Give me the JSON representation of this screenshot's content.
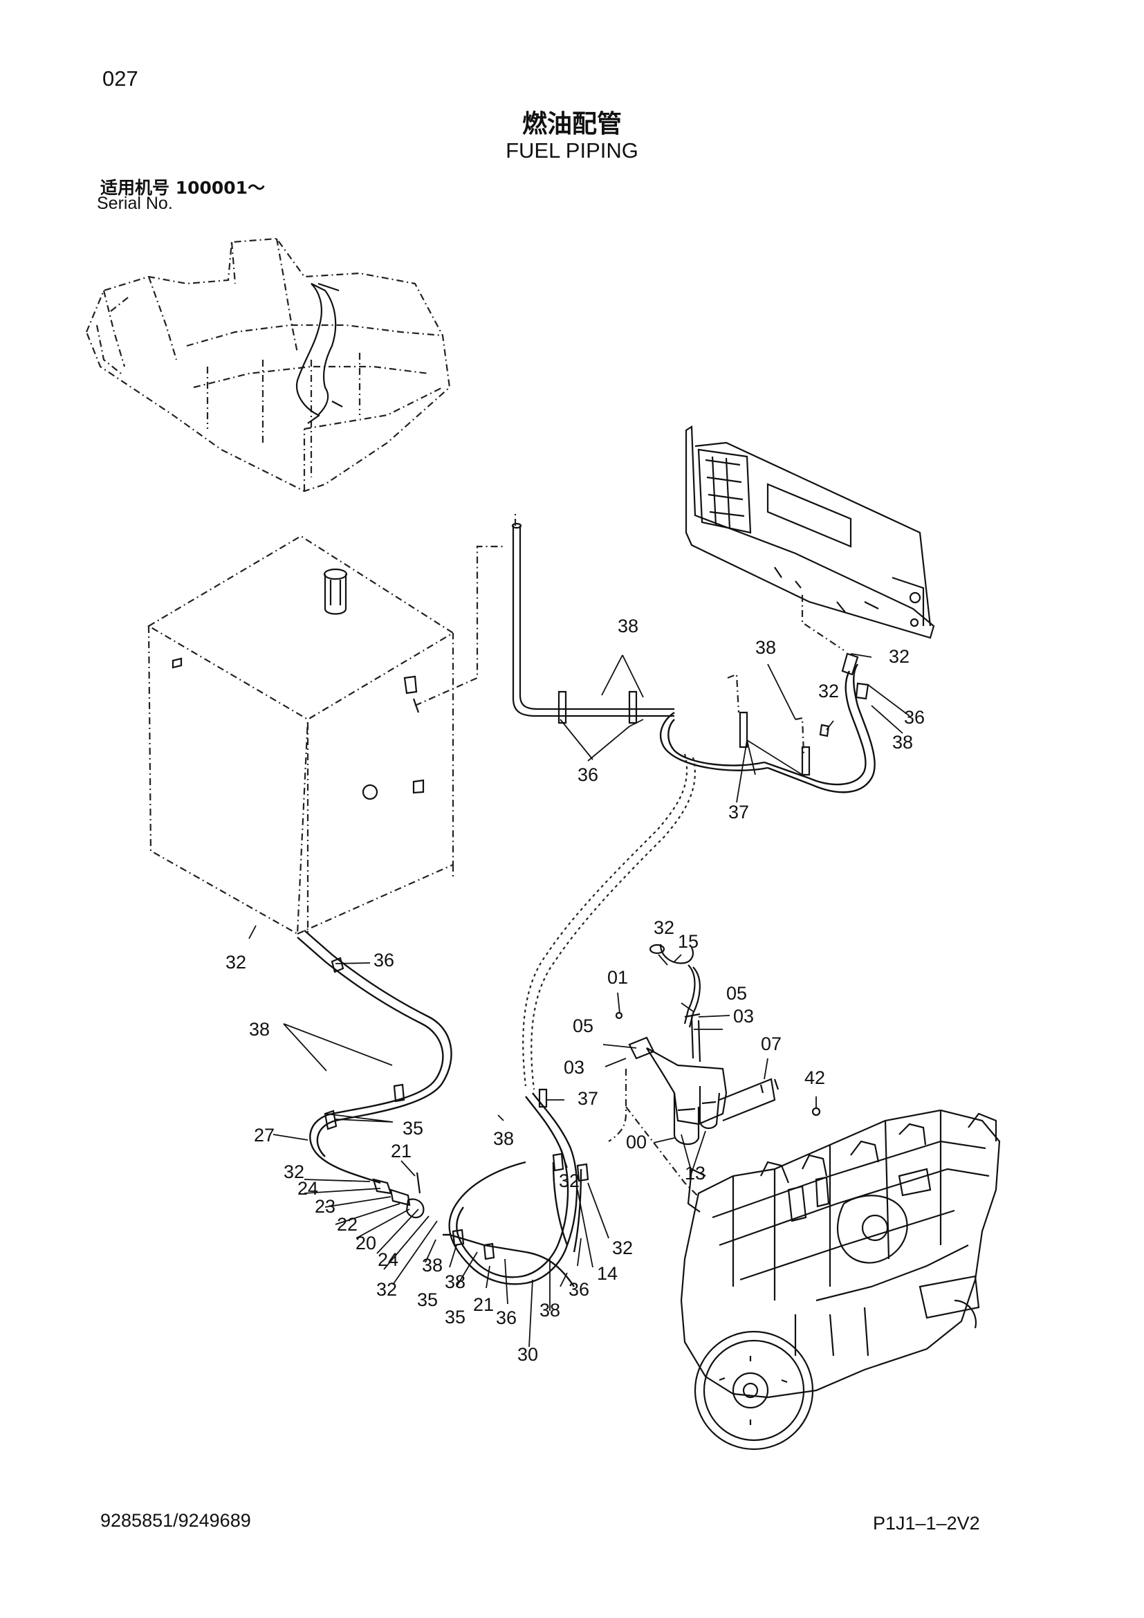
{
  "page": {
    "page_number": "027",
    "title_cn": "燃油配管",
    "title_en": "FUEL PIPING",
    "serial_cn": "适用机号  100001～",
    "serial_en": "Serial No.",
    "doc_code": "9285851/9249689",
    "page_code": "P1J1–1–2V2"
  },
  "callouts": [
    {
      "id": "c-32a",
      "label": "32"
    },
    {
      "id": "c-36a",
      "label": "36"
    },
    {
      "id": "c-38a",
      "label": "38"
    },
    {
      "id": "c-35a",
      "label": "35"
    },
    {
      "id": "c-27",
      "label": "27"
    },
    {
      "id": "c-32b",
      "label": "32"
    },
    {
      "id": "c-24a",
      "label": "24"
    },
    {
      "id": "c-23",
      "label": "23"
    },
    {
      "id": "c-22",
      "label": "22"
    },
    {
      "id": "c-20",
      "label": "20"
    },
    {
      "id": "c-24b",
      "label": "24"
    },
    {
      "id": "c-32c",
      "label": "32"
    },
    {
      "id": "c-21a",
      "label": "21"
    },
    {
      "id": "c-38b",
      "label": "38"
    },
    {
      "id": "c-35b",
      "label": "35"
    },
    {
      "id": "c-38c",
      "label": "38"
    },
    {
      "id": "c-35c",
      "label": "35"
    },
    {
      "id": "c-21b",
      "label": "21"
    },
    {
      "id": "c-36b",
      "label": "36"
    },
    {
      "id": "c-38d",
      "label": "38"
    },
    {
      "id": "c-30",
      "label": "30"
    },
    {
      "id": "c-38e",
      "label": "38"
    },
    {
      "id": "c-37a",
      "label": "37"
    },
    {
      "id": "c-32d",
      "label": "32"
    },
    {
      "id": "c-32e",
      "label": "32"
    },
    {
      "id": "c-14",
      "label": "14"
    },
    {
      "id": "c-36c",
      "label": "36"
    },
    {
      "id": "c-38f",
      "label": "38"
    },
    {
      "id": "c-36d",
      "label": "36"
    },
    {
      "id": "c-38g",
      "label": "38"
    },
    {
      "id": "c-37b",
      "label": "37"
    },
    {
      "id": "c-32f",
      "label": "32"
    },
    {
      "id": "c-32g",
      "label": "32"
    },
    {
      "id": "c-36e",
      "label": "36"
    },
    {
      "id": "c-38h",
      "label": "38"
    },
    {
      "id": "c-32h",
      "label": "32"
    },
    {
      "id": "c-15",
      "label": "15"
    },
    {
      "id": "c-01",
      "label": "01"
    },
    {
      "id": "c-05a",
      "label": "05"
    },
    {
      "id": "c-03a",
      "label": "03"
    },
    {
      "id": "c-05b",
      "label": "05"
    },
    {
      "id": "c-03b",
      "label": "03"
    },
    {
      "id": "c-07",
      "label": "07"
    },
    {
      "id": "c-42",
      "label": "42"
    },
    {
      "id": "c-00",
      "label": "00"
    },
    {
      "id": "c-13",
      "label": "13"
    }
  ]
}
